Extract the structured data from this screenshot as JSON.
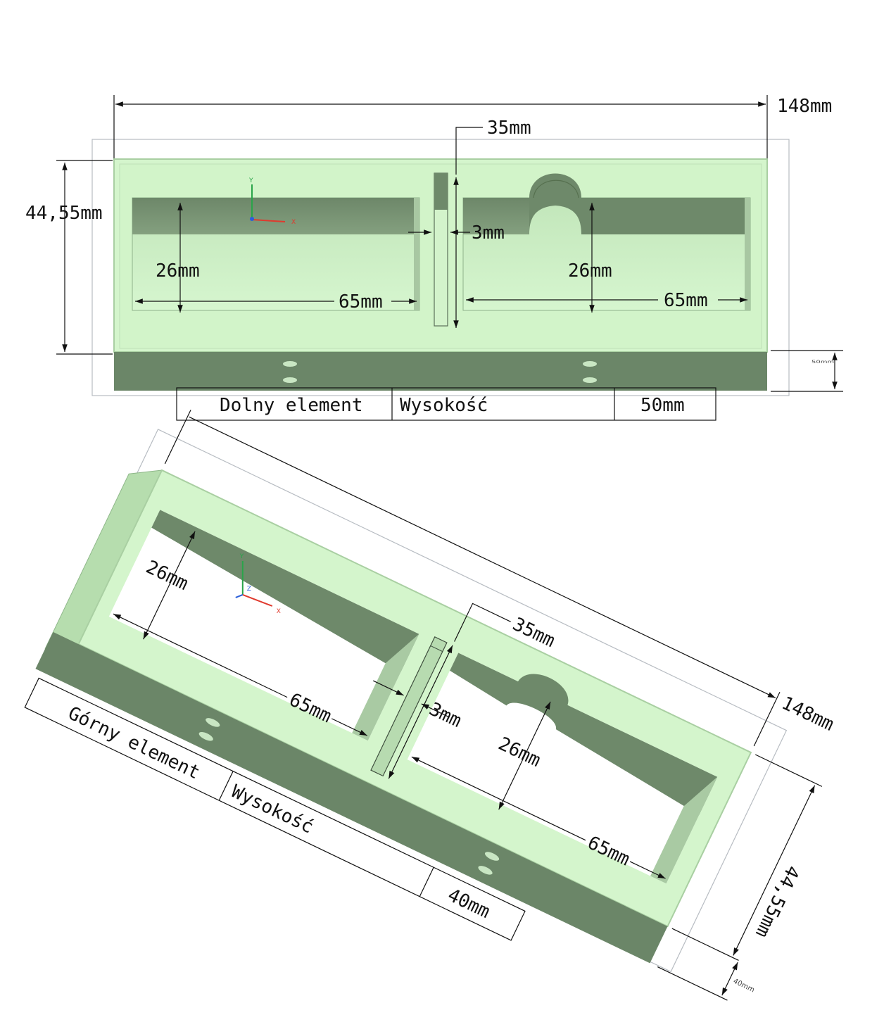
{
  "bottom_view": {
    "overall_width": "148mm",
    "depth": "44,55mm",
    "divider_length": "35mm",
    "divider_gap": "3mm",
    "left_pocket": {
      "height": "26mm",
      "width": "65mm"
    },
    "right_pocket": {
      "height": "26mm",
      "width": "65mm"
    },
    "side_height": "50mm",
    "table": {
      "name": "Dolny element",
      "label": "Wysokość",
      "value": "50mm"
    }
  },
  "top_view": {
    "overall_width": "148mm",
    "depth": "44,55mm",
    "divider_length": "35mm",
    "divider_gap": "3mm",
    "left_pocket": {
      "height": "26mm",
      "width": "65mm"
    },
    "right_pocket": {
      "height": "26mm",
      "width": "65mm"
    },
    "side_height": "40mm",
    "table": {
      "name": "Górny element",
      "label": "Wysokość",
      "value": "40mm"
    }
  },
  "axis_labels": {
    "x": "X",
    "y": "Y",
    "z": "Z"
  },
  "colors": {
    "body_light": "#d4f5cc",
    "body_edge": "#a9cfa2",
    "pocket_dark": "#6f8a6b",
    "side_dark": "#6b8668",
    "outline": "#9aa0a6"
  }
}
